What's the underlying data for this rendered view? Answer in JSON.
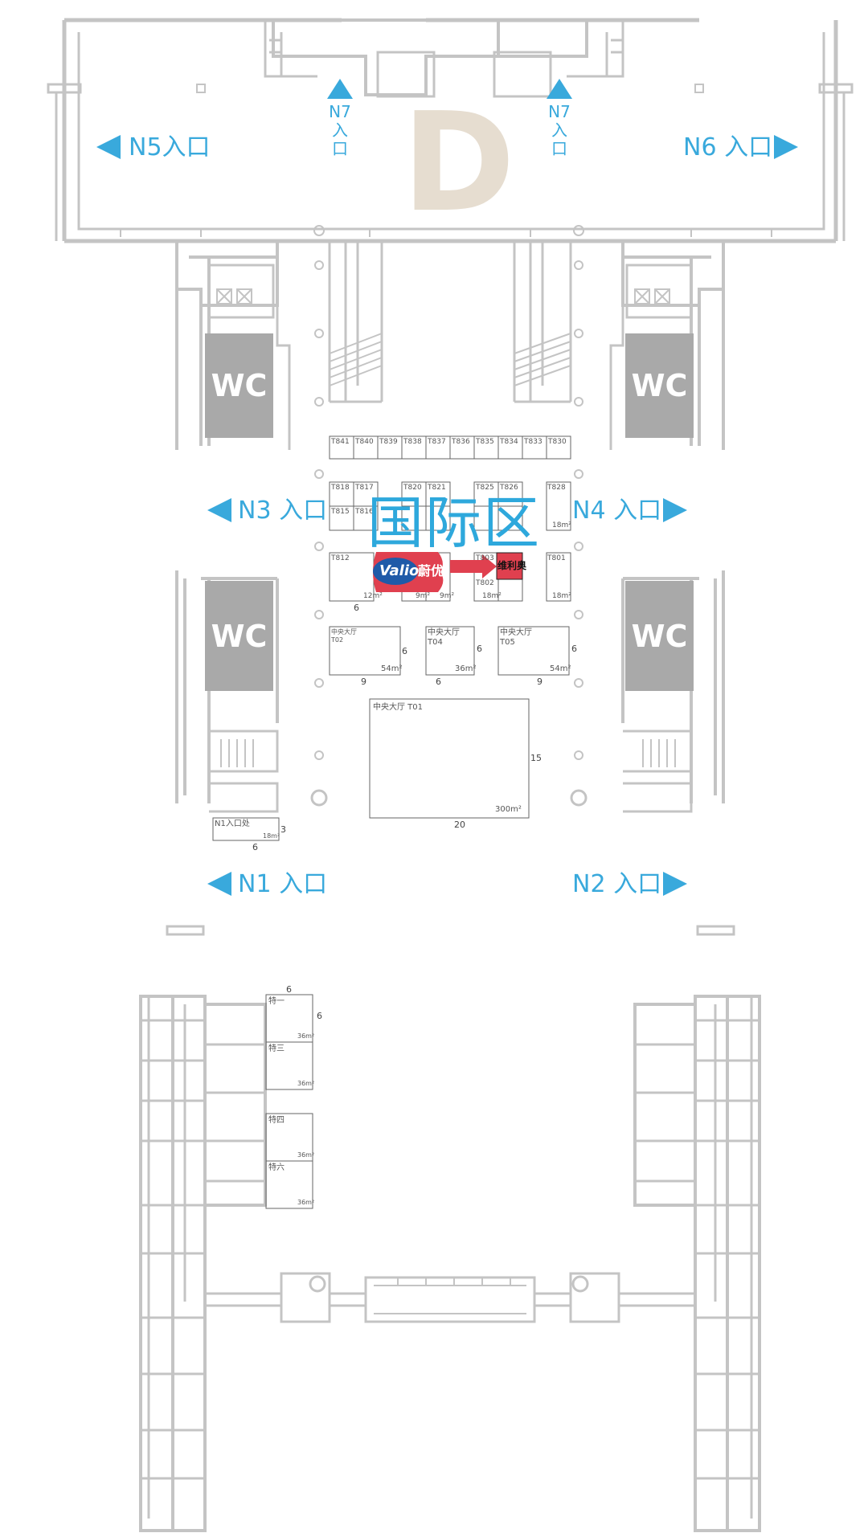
{
  "hall": {
    "letter": "D"
  },
  "zone_title": "国际区",
  "entrances": {
    "n5": "N5入口",
    "n6": "N6 入口",
    "n3": "N3 入口",
    "n4": "N4 入口",
    "n1": "N1 入口",
    "n2": "N2 入口",
    "n7_left": "N7\n入\n口",
    "n7_right": "N7\n入\n口"
  },
  "wc_label": "WC",
  "booth_row_top": [
    "T841",
    "T840",
    "T839",
    "T838",
    "T837",
    "T836",
    "T835",
    "T834",
    "T833",
    "T830"
  ],
  "booths_mid": {
    "t818": "T818",
    "t817": "T817",
    "t820": "T820",
    "t821": "T821",
    "t825": "T825",
    "t826": "T826",
    "t828": "T828",
    "t815": "T815",
    "t816": "T816",
    "t812": "T812",
    "t803": "T803",
    "t802": "T802",
    "t801": "T801",
    "area_18": "18m²",
    "area_9": "9m²",
    "area_12": "12m²"
  },
  "sponsor": {
    "brand": "Valio",
    "brand_cn": "蔚优",
    "booth_name": "维利奥"
  },
  "halls_center": {
    "t02_title": "中央大厅",
    "t02_code": "T02",
    "t02_area": "54m²",
    "t04_title": "中央大厅",
    "t04_code": "T04",
    "t04_area": "36m²",
    "t05_title": "中央大厅",
    "t05_code": "T05",
    "t05_area": "54m²",
    "t01_title": "中央大厅 T01",
    "t01_area": "300m²"
  },
  "n1_booth": {
    "label": "N1入口处",
    "area": "18m²"
  },
  "special_booths": [
    {
      "label": "特一",
      "area": "36m²"
    },
    {
      "label": "特三",
      "area": "36m²"
    },
    {
      "label": "特四",
      "area": "36m²"
    },
    {
      "label": "特六",
      "area": "36m²"
    }
  ],
  "dimensions": {
    "d6a": "6",
    "d9a": "9",
    "d6b": "6",
    "d6c": "6",
    "d9b": "9",
    "d6d": "6",
    "d6e": "6",
    "d15": "15",
    "d20": "20",
    "d3": "3",
    "d6f": "6",
    "d6g": "6",
    "d6h": "6",
    "d6i": "6"
  },
  "colors": {
    "accent_blue": "#39a9dc",
    "wall_gray": "#c4c4c4",
    "wc_gray": "#a9a9a9",
    "hall_letter": "#e6ddd0",
    "sponsor_red": "#e0404f",
    "sponsor_blue": "#1f5aa8"
  },
  "icons": [
    "arrow-left-icon",
    "arrow-right-icon",
    "arrow-up-icon",
    "column-circle-icon",
    "stairs-icon"
  ]
}
